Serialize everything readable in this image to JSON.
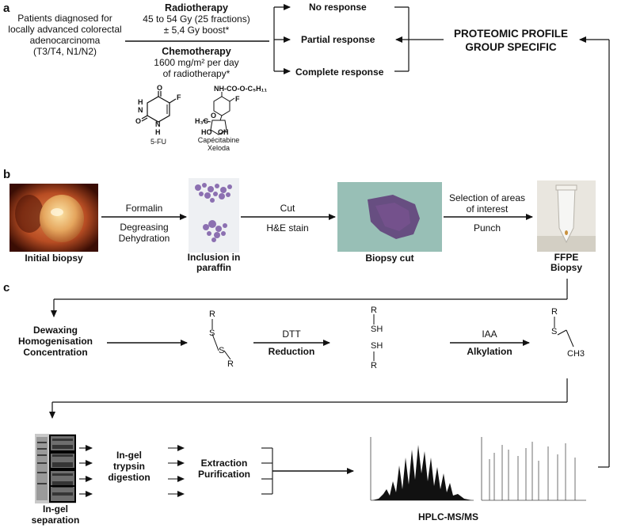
{
  "panels": {
    "a": "a",
    "b": "b",
    "c": "c"
  },
  "panel_a": {
    "patients": [
      "Patients diagnosed for",
      "locally advanced colorectal",
      "adenocarcinoma",
      "(T3/T4, N1/N2)"
    ],
    "radiotherapy_title": "Radiotherapy",
    "radiotherapy_lines": [
      "45 to 54 Gy (25 fractions)",
      "± 5,4 Gy boost*"
    ],
    "chemotherapy_title": "Chemotherapy",
    "chemotherapy_lines": [
      "1600 mg/m² per day",
      "of radiotherapy*"
    ],
    "responses": [
      "No response",
      "Partial response",
      "Complete response"
    ],
    "proteomic": [
      "PROTEOMIC PROFILE",
      "GROUP SPECIFIC"
    ],
    "drug1_label": "5-FU",
    "drug2_label": [
      "Capécitabine",
      "Xeloda"
    ],
    "drug2_sidechain": "NH-CO-O-C₅H₁₁",
    "chem_atoms": {
      "o": "O",
      "f": "F",
      "h": "H",
      "n": "N",
      "ho": "HO",
      "oh": "OH",
      "h3c": "H₃C"
    }
  },
  "panel_b": {
    "step1_caption": "Initial biopsy",
    "arrow1": [
      "Formalin",
      "Degreasing",
      "Dehydration"
    ],
    "step2_caption": [
      "Inclusion in",
      "paraffin"
    ],
    "arrow2": [
      "Cut",
      "H&E stain"
    ],
    "step3_caption": "Biopsy cut",
    "arrow3": [
      "Selection of areas",
      "of interest",
      "Punch"
    ],
    "step4_caption": [
      "FFPE",
      "Biopsy"
    ]
  },
  "panel_c": {
    "dewax": [
      "Dewaxing",
      "Homogenisation",
      "Concentration"
    ],
    "dtt": "DTT",
    "reduction": "Reduction",
    "iaa": "IAA",
    "alkylation": "Alkylation",
    "atoms": {
      "r": "R",
      "s": "S",
      "sh": "SH",
      "ch3": "CH3"
    },
    "ingel_sep": [
      "In-gel",
      "separation"
    ],
    "trypsin": [
      "In-gel",
      "trypsin",
      "digestion"
    ],
    "extraction": [
      "Extraction",
      "Purification"
    ],
    "hplc": "HPLC-MS/MS"
  },
  "colors": {
    "line": "#111111",
    "endoscopy": "#c0502a",
    "stain": "#7b5aa6",
    "tissue": "#5e3a78"
  }
}
